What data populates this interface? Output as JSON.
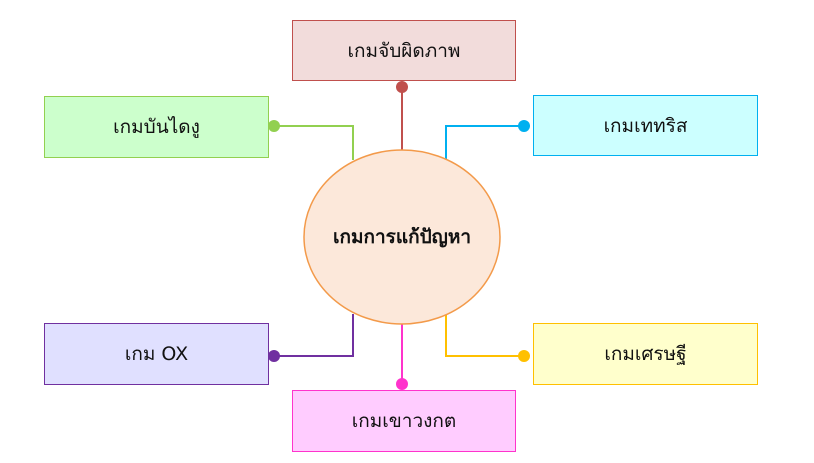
{
  "center": {
    "label": "เกมการแก้ปัญหา",
    "fill": "#fce8da",
    "stroke": "#f39a4a"
  },
  "nodes": [
    {
      "id": "top",
      "label": "เกมจับผิดภาพ",
      "fill": "#f2dcdb",
      "stroke": "#c0504d"
    },
    {
      "id": "top-left",
      "label": "เกมบันไดงู",
      "fill": "#ccffcc",
      "stroke": "#92d050"
    },
    {
      "id": "top-right",
      "label": "เกมเททริส",
      "fill": "#ccffff",
      "stroke": "#00b0f0"
    },
    {
      "id": "bottom-left",
      "label": "เกม OX",
      "fill": "#e0e0ff",
      "stroke": "#7030a0"
    },
    {
      "id": "bottom-right",
      "label": "เกมเศรษฐี",
      "fill": "#ffffcc",
      "stroke": "#ffc000"
    },
    {
      "id": "bottom",
      "label": "เกมเขาวงกต",
      "fill": "#ffccff",
      "stroke": "#ff33cc"
    }
  ]
}
